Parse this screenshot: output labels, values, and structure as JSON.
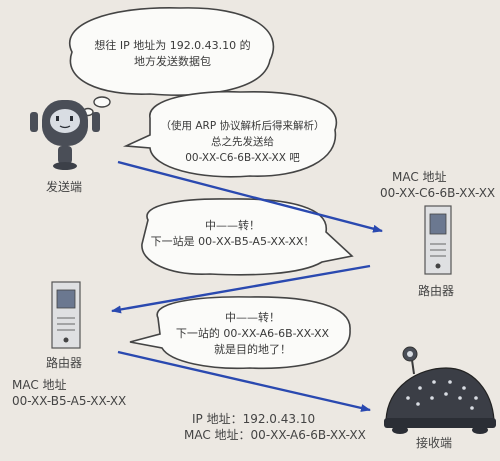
{
  "bubbles": {
    "b1": {
      "line1": "想往 IP 地址为 192.0.43.10 的",
      "line2": "地方发送数据包"
    },
    "b2": {
      "line1": "（使用 ARP 协议解析后得来解析）",
      "line2": "总之先发送给",
      "line3": "00-XX-C6-6B-XX-XX 吧"
    },
    "b3": {
      "line1": "中——转！",
      "line2": "下一站是 00-XX-B5-A5-XX-XX！"
    },
    "b4": {
      "line1": "中——转！",
      "line2": "下一站的 00-XX-A6-6B-XX-XX",
      "line3": "就是目的地了！"
    }
  },
  "sender": {
    "label": "发送端"
  },
  "router_right": {
    "mac_label": "MAC 地址",
    "mac": "00-XX-C6-6B-XX-XX",
    "label": "路由器"
  },
  "router_left": {
    "label": "路由器",
    "mac_label": "MAC 地址",
    "mac": "00-XX-B5-A5-XX-XX"
  },
  "receiver": {
    "ip_line": "IP 地址：192.0.43.10",
    "mac_line": "MAC 地址：00-XX-A6-6B-XX-XX",
    "label": "接收端"
  },
  "colors": {
    "arrow": "#2a49b0",
    "paper": "#ece8e2",
    "robot": "#4a4e57",
    "router": "#dfe0e2"
  }
}
